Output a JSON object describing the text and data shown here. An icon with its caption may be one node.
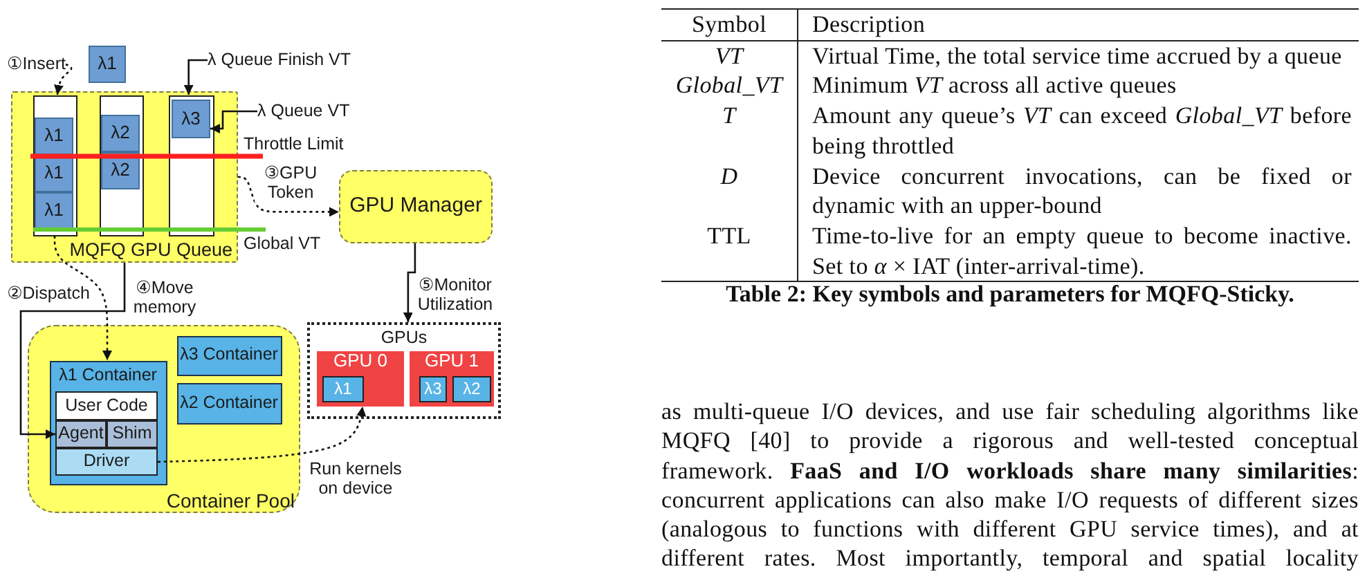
{
  "diagram": {
    "caption": "Table 2: Key symbols and parameters for MQFQ-Sticky.",
    "nodes": [
      {
        "text": [
          "①Insert"
        ]
      },
      {
        "text": [
          "λ1"
        ]
      },
      {
        "text": [
          "λ Queue Finish VT"
        ]
      },
      {
        "text": [
          "λ Queue VT"
        ]
      },
      {
        "text": [
          "MQFQ GPU Queue"
        ]
      },
      {
        "text": [],
        "shape": "box",
        "in": 4
      },
      {
        "text": [
          "λ1"
        ],
        "in": 5
      },
      {
        "text": [
          "λ1"
        ],
        "in": 5
      },
      {
        "text": [
          "λ1"
        ],
        "in": 5
      },
      {
        "text": [],
        "shape": "box",
        "in": 4
      },
      {
        "text": [
          "λ2"
        ],
        "in": 9
      },
      {
        "text": [
          "λ2"
        ],
        "in": 9
      },
      {
        "text": [],
        "shape": "box",
        "in": 4
      },
      {
        "text": [
          "λ3"
        ],
        "in": 12
      },
      {
        "text": [
          "GPU Manager"
        ]
      },
      {
        "text": [
          "Container Pool"
        ]
      },
      {
        "text": [
          "λ1 Container"
        ],
        "in": 15
      },
      {
        "text": [
          "User Code"
        ],
        "in": 16
      },
      {
        "text": [
          "Agent"
        ],
        "in": 16
      },
      {
        "text": [
          "Shim"
        ],
        "in": 16
      },
      {
        "text": [
          "Driver"
        ],
        "in": 16
      },
      {
        "text": [
          "λ3 Container"
        ],
        "in": 15
      },
      {
        "text": [
          "λ2 Container"
        ],
        "in": 15
      },
      {
        "text": [
          "GPUs"
        ]
      },
      {
        "text": [
          "GPU 0"
        ],
        "in": 23
      },
      {
        "text": [
          "λ1"
        ],
        "in": 24
      },
      {
        "text": [
          "GPU 1"
        ],
        "in": 23
      },
      {
        "text": [
          "λ3"
        ],
        "in": 26
      },
      {
        "text": [
          "λ2"
        ],
        "in": 26
      }
    ],
    "edges": [
      {
        "from": 0,
        "to": 5,
        "arrow": "to",
        "style": "dashed"
      },
      {
        "from": 2,
        "to": 12,
        "arrow": "to"
      },
      {
        "from": 3,
        "to": 13,
        "arrow": "to"
      },
      {
        "from": 4,
        "to": 14,
        "arrow": "to",
        "style": "dashed",
        "label": "③GPU Token"
      },
      {
        "from": 4,
        "to": 18,
        "arrow": "to",
        "label": "②Dispatch"
      },
      {
        "from": 5,
        "to": 16,
        "arrow": "to",
        "style": "dashed",
        "label": "④Move memory"
      },
      {
        "from": 14,
        "to": 23,
        "arrow": "to",
        "label": "⑤Monitor Utilization"
      },
      {
        "from": 20,
        "to": 24,
        "arrow": "to",
        "style": "dashed",
        "label": "Run kernels on device"
      }
    ],
    "labels": [
      "Throttle Limit",
      "Global VT",
      "Symbol",
      "Description",
      "VT",
      "Virtual Time, the total service time accrued by a queue",
      "Global_VT",
      "Minimum *VT* across all active queues",
      "T",
      "Amount any queue’s *VT* can exceed *Global_VT* before being throttled",
      "D",
      "Device concurrent invocations, can be fixed or dynamic with an upper-bound",
      "TTL",
      "Time-to-live for an empty queue to become inactive. Set to *α* × IAT (inter-arrival-time).",
      "as multi-queue I/O devices, and use fair scheduling algorithms like MQFQ [40] to provide a rigorous and well-tested conceptual framework. **FaaS and I/O workloads share many similarities**: concurrent applications can also make I/O requests of different sizes (analogous to functions with different GPU service times), and at different rates. Most importantly, temporal and spatial locality"
    ]
  }
}
